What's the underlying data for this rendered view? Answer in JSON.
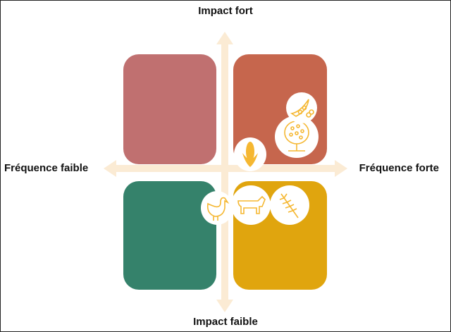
{
  "axes": {
    "top": "Impact fort",
    "bottom": "Impact faible",
    "left": "Fréquence faible",
    "right": "Fréquence forte"
  },
  "colors": {
    "top_left": "#C07070",
    "top_right": "#C6664D",
    "bottom_left": "#35826B",
    "bottom_right": "#E0A50E",
    "axis": "#FBEBD4",
    "icon": "#F5B731"
  },
  "icons": [
    "soybean-icon",
    "fruit-tree-icon",
    "corn-icon",
    "chicken-icon",
    "cow-icon",
    "wheat-icon"
  ]
}
